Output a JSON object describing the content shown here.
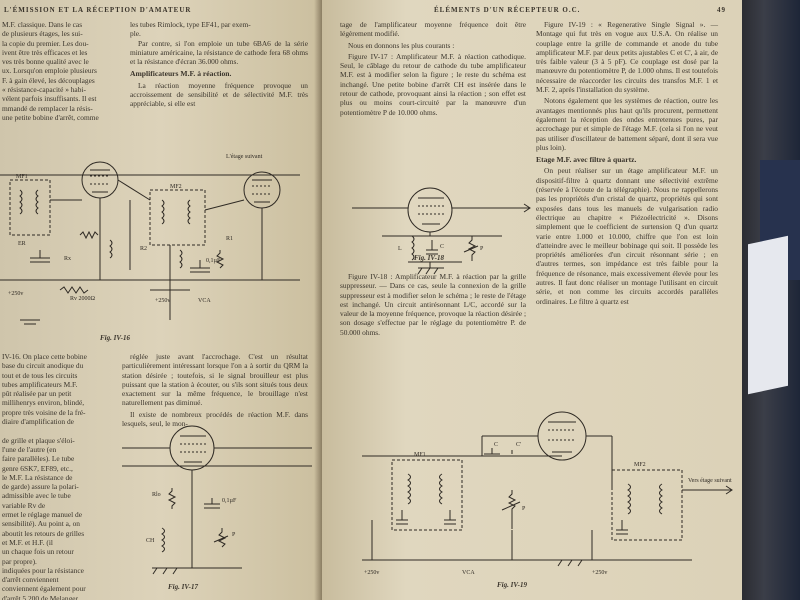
{
  "left_page": {
    "header": "L'ÉMISSION ET LA RÉCEPTION D'AMATEUR",
    "col1_top": [
      "M.F. classique. Dans le cas",
      "de plusieurs étages, les sui-",
      "la copie du premier. Les dou-",
      "ivent être très efficaces et les",
      "ves très bonne qualité avec le",
      "ux. Lorsqu'on emploie plusieurs",
      "F. à gain élevé, les découplages",
      "« résistance-capacité » habi-",
      "vélent parfois insuffisants. Il est",
      "mmandé de remplacer la résis-",
      "une petite bobine d'arrêt, comme"
    ],
    "col2_top": [
      "les tubes Rimlock, type EF41, par exem-",
      "ple."
    ],
    "col2_p2": "Par contre, si l'on emploie un tube 6BA6 de la série miniature américaine, la résistance de cathode fera 68 ohms et la résistance d'écran 36.000 ohms.",
    "col2_heading": "Amplificateurs M.F. à réaction.",
    "col2_p3": "La réaction moyenne fréquence provoque un accroissement de sensibilité et de sélectivité M.F. très appréciable, si elle est",
    "fig16_caption": "Fig. IV-16",
    "fig16_labels": [
      "MF1",
      "MF2",
      "L'étage suivant",
      "ER",
      "Rv 2000Ω",
      "+250v",
      "+250v",
      "VCA",
      "Rx",
      "0,1µF",
      "R1",
      "R2"
    ],
    "col1_bottom": [
      "IV-16. On place cette bobine",
      "base du circuit anodique du",
      "tout et de tous les circuits",
      "tubes amplificateurs M.F.",
      "pût réalisée par un petit",
      "millihenrys environ, blindé,",
      "propre très voisine de la fré-",
      "diaire d'amplification de",
      "",
      "de grille et plaque s'éloi-",
      "l'une de l'autre (en",
      "faire parallèles). Le tube",
      "genre 6SK7, EF89, etc.,",
      "le M.F. La résistance de",
      "de garde) assure la polari-",
      "admissible avec le tube",
      "variable Rv de",
      "ermet le réglage manuel de",
      "sensibilité). Au point a, on",
      "aboutit les retours de grilles",
      "et M.F. et H.F. (il",
      "un chaque fois un retour",
      "par propre).",
      "indiquées pour la résistance",
      "d'arrêt conviennent",
      "conviennent également pour",
      "d'arrêt 5.200 de Melanger"
    ],
    "col2_bottom": [
      "réglée juste avant l'accrochage. C'est un résultat particulièrement intéressant lorsque l'on a à sortir du QRM la station désirée ; toutefois, si le signal brouilleur est plus puissant que la station à écouter, ou s'ils sont situés tous deux exactement sur la même fréquence, le brouillage n'est naturellement pas diminué.",
      "Il existe de nombreux procédés de réaction M.F. dans lesquels, seul, le mon-"
    ],
    "fig17_caption": "Fig. IV-17",
    "fig17_labels": [
      "Rlo",
      "0,1µF",
      "CH",
      "P"
    ]
  },
  "right_page": {
    "header": "ÉLÉMENTS D'UN RÉCEPTEUR O.C.",
    "page_number": "49",
    "colA_p1": "tage de l'amplificateur moyenne fréquence doit être légèrement modifié.",
    "colA_p2": "Nous en donnons les plus courants :",
    "colA_p3": "Figure IV-17 : Amplificateur M.F. à réaction cathodique. Seul, le câblage du retour de cathode du tube amplificateur M.F. est à modifier selon la figure ; le reste du schéma est inchangé. Une petite bobine d'arrêt CH est insérée dans le retour de cathode, provoquant ainsi la réaction ; son effet est plus ou moins court-circuité par la manœuvre d'un potentiomètre P de 10.000 ohms.",
    "fig18_caption": "Fig. IV-18",
    "fig18_labels": [
      "L",
      "C",
      "P"
    ],
    "colA_p4": "Figure IV-18 : Amplificateur M.F. à réaction par la grille suppresseur. — Dans ce cas, seule la connexion de la grille suppresseur est à modifier selon le schéma ; le reste de l'étage est inchangé. Un circuit antirésonnant L/C, accordé sur la valeur de la moyenne fréquence, provoque la réaction désirée ; son dosage s'effectue par le réglage du potentiomètre P. de 50.000 ohms.",
    "colB_p1": "Figure IV-19 : « Regenerative Single Signal ». — Montage qui fut très en vogue aux U.S.A. On réalise un couplage entre la grille de commande et anode du tube amplificateur M.F. par deux petits ajustables C et C', à air, de très faible valeur (3 à 5 pF). Ce couplage est dosé par la manœuvre du potentiomètre P, de 1.000 ohms. Il est toutefois nécessaire de réaccorder les circuits des transfos M.F. 1 et M.F. 2, après l'installation du système.",
    "colB_p2": "Notons également que les systèmes de réaction, outre les avantages mentionnés plus haut qu'ils procurent, permettent également la réception des ondes entretenues pures, par accrochage pur et simple de l'étage M.F. (cela si l'on ne veut pas utiliser d'oscillateur de battement séparé, dont il sera vue plus loin).",
    "colB_heading": "Etage M.F. avec filtre à quartz.",
    "colB_p3": "On peut réaliser sur un étage amplificateur M.F. un dispositif-filtre à quartz donnant une sélectivité extrême (réservée à l'écoute de la télégraphie). Nous ne rappellerons pas les propriétés d'un cristal de quartz, propriétés qui sont exposées dans tous les manuels de vulgarisation radio électrique au chapitre « Piézoélectricité ». Disons simplement que le coefficient de surtension Q d'un quartz varie entre 1.000 et 10.000, chiffre que l'on est loin d'atteindre avec le meilleur bobinage qui soit. Il possède les propriétés améliorées d'un circuit résonnant série ; en d'autres termes, son impédance est très faible pour la fréquence de résonance, mais excessivement élevée pour les autres. Il faut donc réaliser un montage l'utilisant en circuit série, et non comme les circuits accordés parallèles ordinaires. Le filtre à quartz est",
    "fig19_caption": "Fig. IV-19",
    "fig19_labels": [
      "MF1",
      "MF2",
      "C",
      "C'",
      "P",
      "VCA",
      "+250v",
      "+250v",
      "Vers étage suivant"
    ]
  }
}
